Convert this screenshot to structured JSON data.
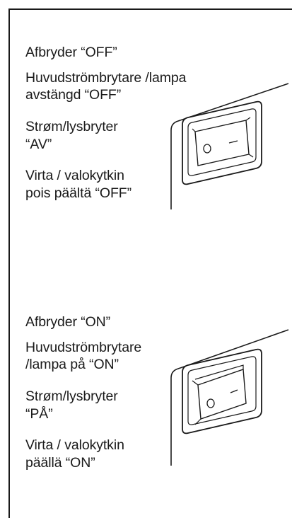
{
  "off_section": {
    "line_da": "Afbryder “OFF”",
    "line_sv_1": "Huvudströmbrytare /lampa",
    "line_sv_2": "avstängd “OFF”",
    "line_no_1": "Strøm/lysbryter",
    "line_no_2": "“AV”",
    "line_fi_1": "Virta / valokytkin",
    "line_fi_2": "pois päältä “OFF”"
  },
  "on_section": {
    "line_da": "Afbryder “ON”",
    "line_sv_1": "Huvudströmbrytare",
    "line_sv_2": "/lampa på “ON”",
    "line_no_1": "Strøm/lysbryter",
    "line_no_2": "“PÅ”",
    "line_fi_1": "Virta / valokytkin",
    "line_fi_2": "päällä “ON”"
  },
  "illustrations": {
    "off_switch_icon": "rocker-switch-off-icon",
    "on_switch_icon": "rocker-switch-on-icon"
  }
}
